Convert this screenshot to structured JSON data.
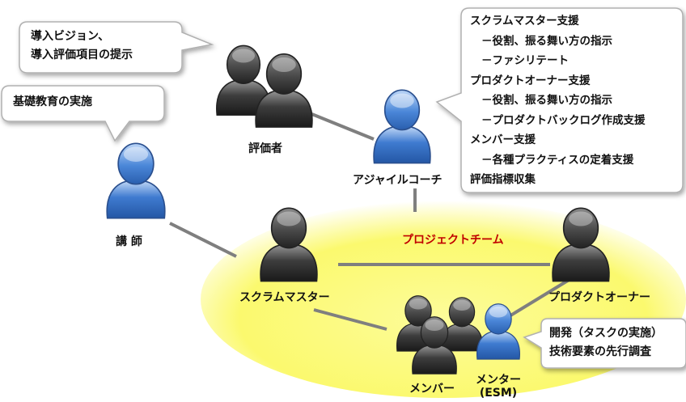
{
  "team": {
    "title": "プロジェクトチーム"
  },
  "roles": {
    "evaluator": "評価者",
    "coach": "アジャイルコーチ",
    "instructor": "講 師",
    "scrum_master": "スクラムマスター",
    "product_owner": "プロダクトオーナー",
    "member": "メンバー",
    "mentor_line1": "メンター",
    "mentor_line2": "(ESM)"
  },
  "callouts": {
    "evaluator": [
      "導入ビジョン、",
      "導入評価項目の提示"
    ],
    "instructor": [
      "基礎教育の実施"
    ],
    "coach": [
      "スクラムマスター支援",
      "－役割、振る舞い方の指示",
      "－ファシリテート",
      "プロダクトオーナー支援",
      "－役割、振る舞い方の指示",
      "－プロダクトバックログ作成支援",
      "メンバー支援",
      "－各種プラクティスの定着支援",
      "評価指標収集"
    ],
    "mentor": [
      "開発（タスクの実施）",
      "技術要素の先行調査"
    ]
  },
  "colors": {
    "team_title": "#c00000",
    "ellipse": "#fbfb7a",
    "connector": "#7f7f7f",
    "person_gray": "#4a4a4a",
    "person_blue": "#4a86d8"
  }
}
